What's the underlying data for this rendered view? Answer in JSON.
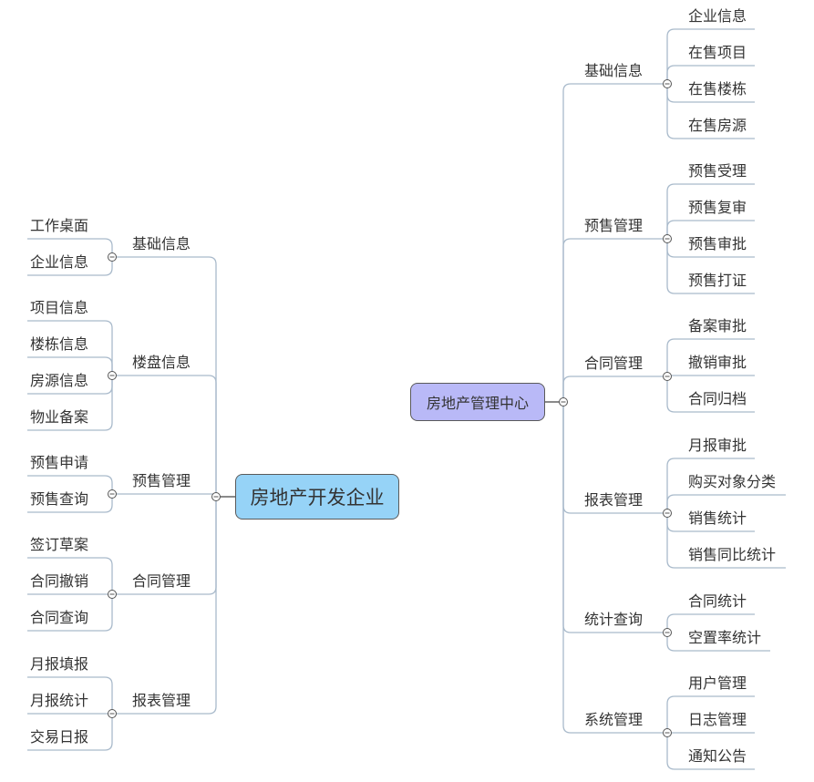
{
  "left": {
    "root": "房地产开发企业",
    "branches": [
      {
        "label": "基础信息",
        "leaves": [
          "工作桌面",
          "企业信息"
        ]
      },
      {
        "label": "楼盘信息",
        "leaves": [
          "项目信息",
          "楼栋信息",
          "房源信息",
          "物业备案"
        ]
      },
      {
        "label": "预售管理",
        "leaves": [
          "预售申请",
          "预售查询"
        ]
      },
      {
        "label": "合同管理",
        "leaves": [
          "签订草案",
          "合同撤销",
          "合同查询"
        ]
      },
      {
        "label": "报表管理",
        "leaves": [
          "月报填报",
          "月报统计",
          "交易日报"
        ]
      }
    ]
  },
  "right": {
    "root": "房地产管理中心",
    "branches": [
      {
        "label": "基础信息",
        "leaves": [
          "企业信息",
          "在售项目",
          "在售楼栋",
          "在售房源"
        ]
      },
      {
        "label": "预售管理",
        "leaves": [
          "预售受理",
          "预售复审",
          "预售审批",
          "预售打证"
        ]
      },
      {
        "label": "合同管理",
        "leaves": [
          "备案审批",
          "撤销审批",
          "合同归档"
        ]
      },
      {
        "label": "报表管理",
        "leaves": [
          "月报审批",
          "购买对象分类",
          "销售统计",
          "销售同比统计"
        ]
      },
      {
        "label": "统计查询",
        "leaves": [
          "合同统计",
          "空置率统计"
        ]
      },
      {
        "label": "系统管理",
        "leaves": [
          "用户管理",
          "日志管理",
          "通知公告"
        ]
      }
    ]
  },
  "colors": {
    "line": "#a9bacb",
    "left_root": "#96d3f7",
    "right_root": "#b9b9f7"
  }
}
